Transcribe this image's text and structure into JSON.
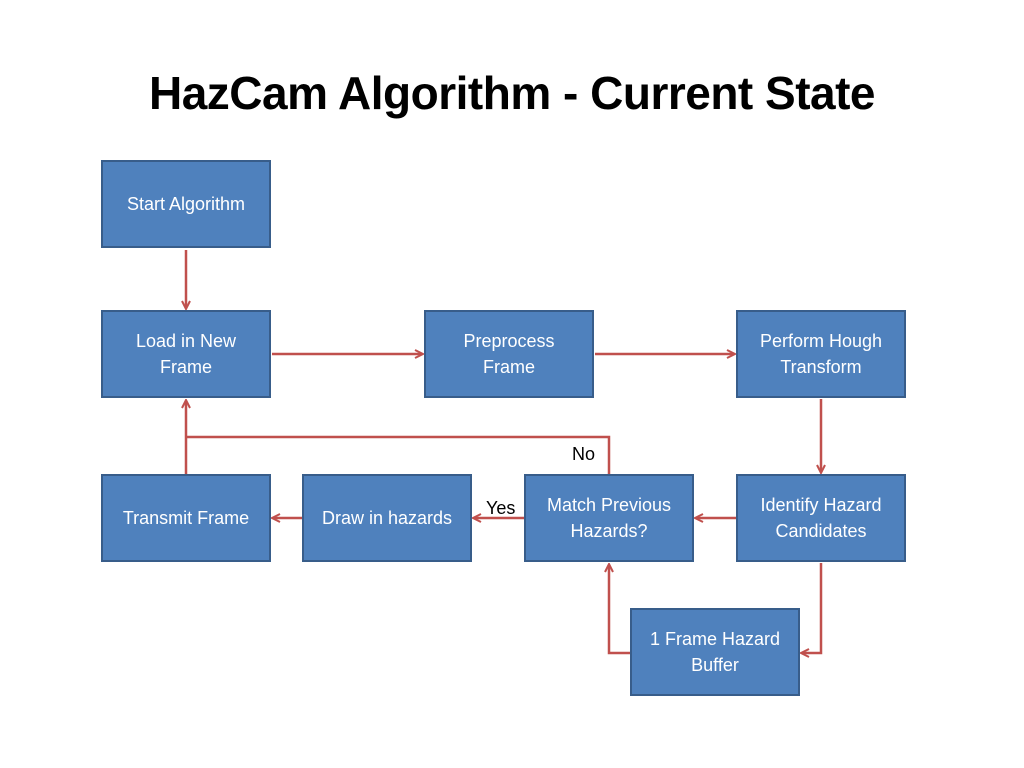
{
  "title": "HazCam Algorithm - Current State",
  "nodes": {
    "start": "Start Algorithm",
    "load": "Load in New\nFrame",
    "preprocess": "Preprocess\nFrame",
    "hough": "Perform Hough\nTransform",
    "identify": "Identify Hazard\nCandidates",
    "match": "Match Previous\nHazards?",
    "draw": "Draw in hazards",
    "transmit": "Transmit Frame",
    "buffer": "1 Frame Hazard\nBuffer"
  },
  "edge_labels": {
    "no": "No",
    "yes": "Yes"
  },
  "colors": {
    "box_fill": "#4f81bd",
    "box_border": "#385d8a",
    "arrow": "#c0504d"
  }
}
